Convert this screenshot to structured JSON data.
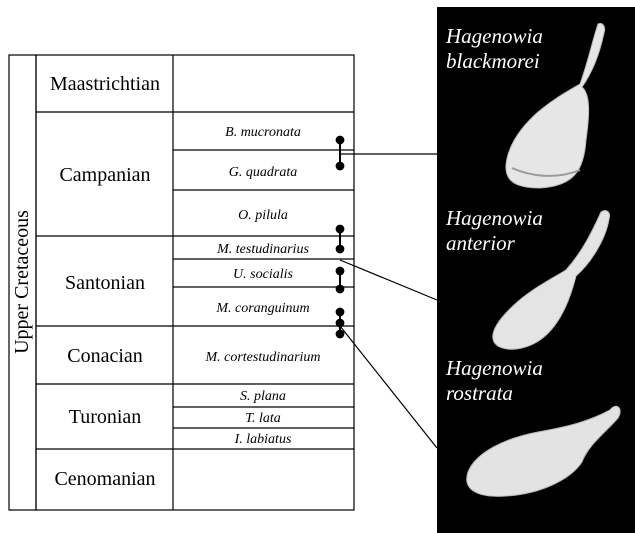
{
  "era": "Upper Cretaceous",
  "stages": [
    {
      "name": "Maastrichtian",
      "zones": []
    },
    {
      "name": "Campanian",
      "zones": [
        "B. mucronata",
        "G. quadrata",
        "O. pilula"
      ]
    },
    {
      "name": "Santonian",
      "zones": [
        "M. testudinarius",
        "U. socialis",
        "M. coranguinum"
      ]
    },
    {
      "name": "Conacian",
      "zones": [
        "M. cortestudinarium"
      ]
    },
    {
      "name": "Turonian",
      "zones": [
        "S. plana",
        "T. lata",
        "I. labiatus"
      ]
    },
    {
      "name": "Cenomanian",
      "zones": []
    }
  ],
  "species": [
    {
      "genus": "Hagenowia",
      "epithet": "blackmorei"
    },
    {
      "genus": "Hagenowia",
      "epithet": "anterior"
    },
    {
      "genus": "Hagenowia",
      "epithet": "rostrata"
    }
  ],
  "colors": {
    "panel": "#000000",
    "text": "#000000",
    "fossil": "#e6e6e6"
  }
}
